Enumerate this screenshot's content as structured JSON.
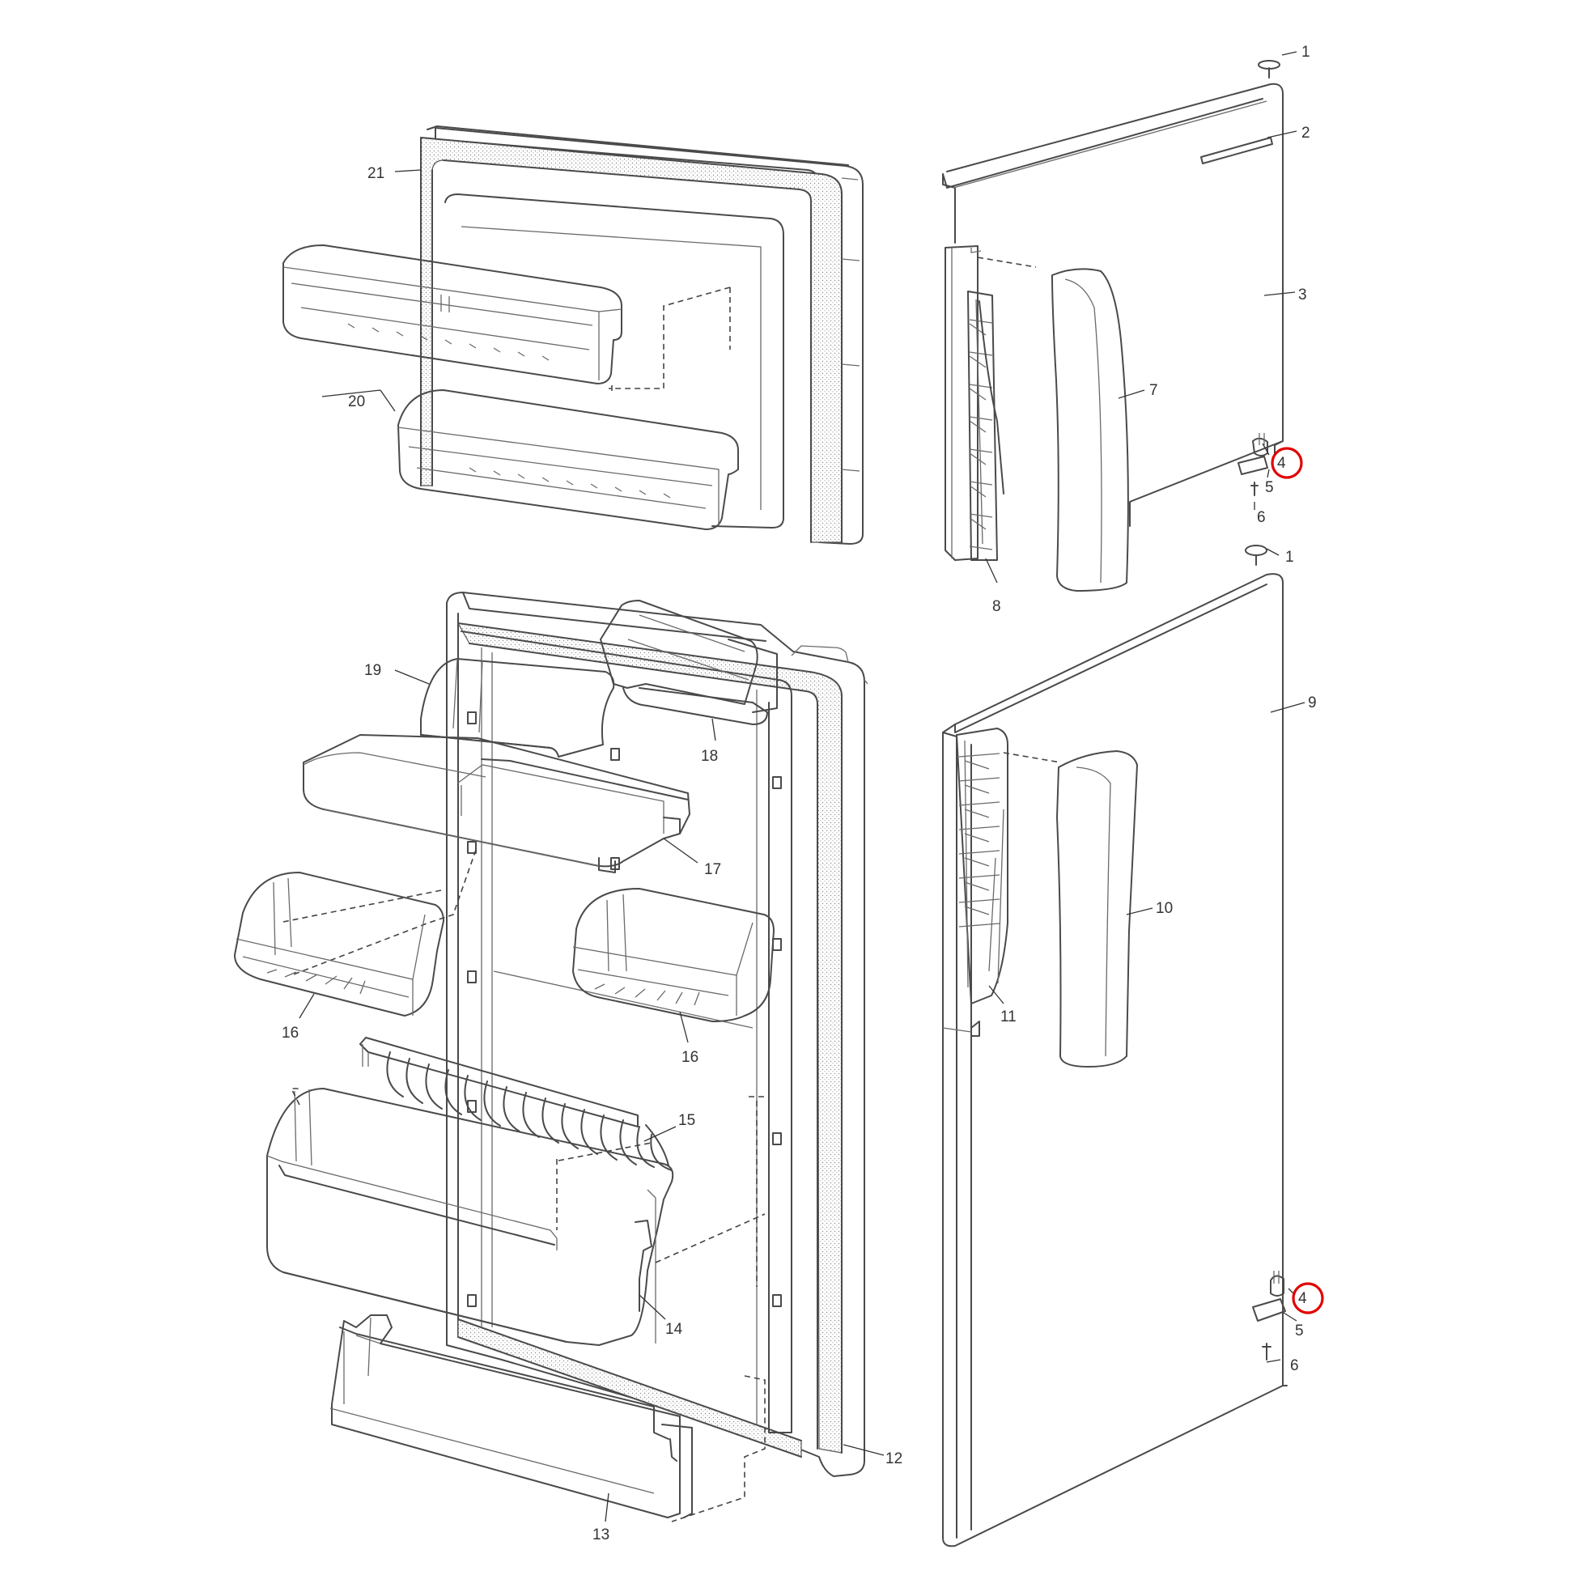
{
  "diagram": {
    "callouts": [
      {
        "id": "c1a",
        "text": "1"
      },
      {
        "id": "c2",
        "text": "2"
      },
      {
        "id": "c3",
        "text": "3"
      },
      {
        "id": "c4a",
        "text": "4"
      },
      {
        "id": "c5a",
        "text": "5"
      },
      {
        "id": "c6a",
        "text": "6"
      },
      {
        "id": "c7",
        "text": "7"
      },
      {
        "id": "c8",
        "text": "8"
      },
      {
        "id": "c1b",
        "text": "1"
      },
      {
        "id": "c9",
        "text": "9"
      },
      {
        "id": "c10",
        "text": "10"
      },
      {
        "id": "c11",
        "text": "11"
      },
      {
        "id": "c4b",
        "text": "4"
      },
      {
        "id": "c5b",
        "text": "5"
      },
      {
        "id": "c6b",
        "text": "6"
      },
      {
        "id": "c12",
        "text": "12"
      },
      {
        "id": "c13",
        "text": "13"
      },
      {
        "id": "c14",
        "text": "14"
      },
      {
        "id": "c15",
        "text": "15"
      },
      {
        "id": "c16a",
        "text": "16"
      },
      {
        "id": "c16b",
        "text": "16"
      },
      {
        "id": "c17",
        "text": "17"
      },
      {
        "id": "c18",
        "text": "18"
      },
      {
        "id": "c19",
        "text": "19"
      },
      {
        "id": "c20",
        "text": "20"
      },
      {
        "id": "c21",
        "text": "21"
      }
    ],
    "highlight_color": "#e10000",
    "line_color": "#4a4a4a"
  }
}
